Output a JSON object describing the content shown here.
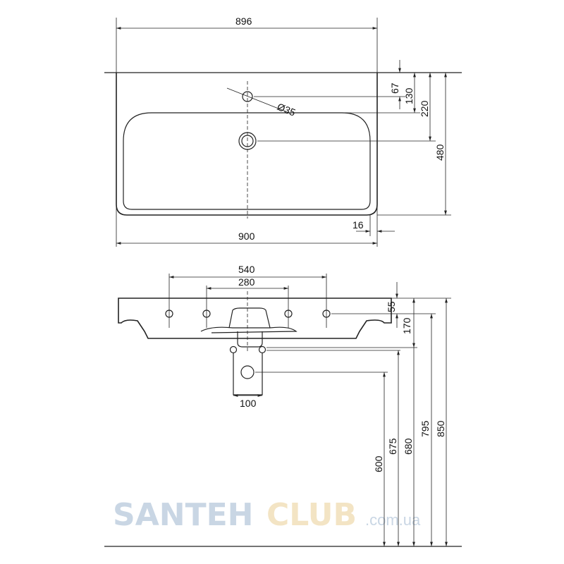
{
  "watermark": {
    "part1": "SANTEH",
    "part2": "CLUB",
    "part3": ".com.ua",
    "color1": "#c9d6e4",
    "color2": "#f3e4c4"
  },
  "top_view": {
    "overall_width": "896",
    "base_width": "900",
    "tap_hole_diameter": "Ø35",
    "dim_tap_hole": "67",
    "dim_bowl_edge": "130",
    "dim_drain": "220",
    "depth": "480",
    "rim_offset": "16"
  },
  "front_view": {
    "outer_fixings": "540",
    "inner_fixings": "280",
    "fixing_height": "55",
    "rim_to_waste": "170",
    "waste_width": "100",
    "waste_outlet_height": "600",
    "supply_height": "675",
    "siphon_height": "680",
    "fixing_level": "795",
    "rim_height": "850"
  }
}
